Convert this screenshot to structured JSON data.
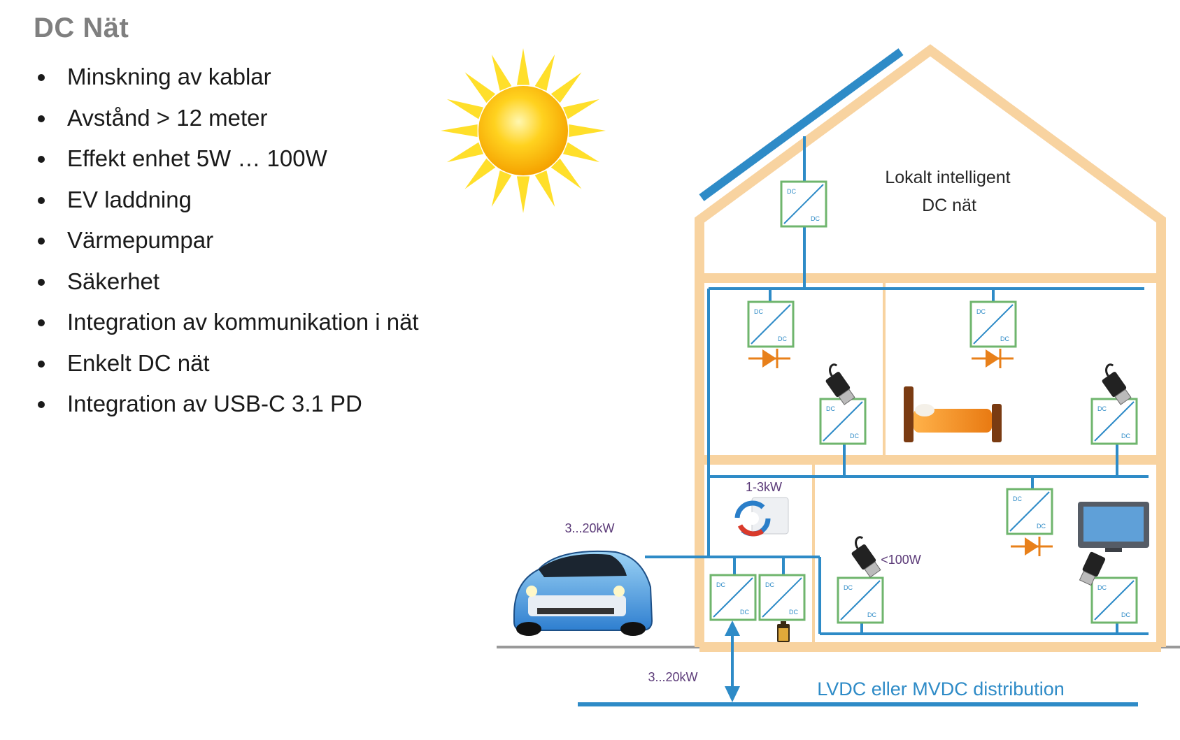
{
  "title": "DC Nät",
  "bullets": [
    "Minskning av kablar",
    "Avstånd > 12 meter",
    "Effekt enhet 5W … 100W",
    "EV laddning",
    "Värmepumpar",
    "Säkerhet",
    "Integration av kommunikation i nät",
    "Enkelt DC nät",
    "Integration av USB-C 3.1 PD"
  ],
  "diagram": {
    "roof_label_line1": "Lokalt intelligent",
    "roof_label_line2": "DC nät",
    "heatpump_power": "1-3kW",
    "car_power": "3...20kW",
    "grid_power": "3...20kW",
    "usb_power": "<100W",
    "distribution_label": "LVDC eller MVDC distribution",
    "converter_text": "DC"
  },
  "colors": {
    "house_outline": "#f8d3a0",
    "dc_line": "#2e8bc7",
    "converter_border": "#6fb56d",
    "diode": "#e8801a",
    "purple_text": "#5b3a78",
    "title_gray": "#7f7f7f"
  }
}
